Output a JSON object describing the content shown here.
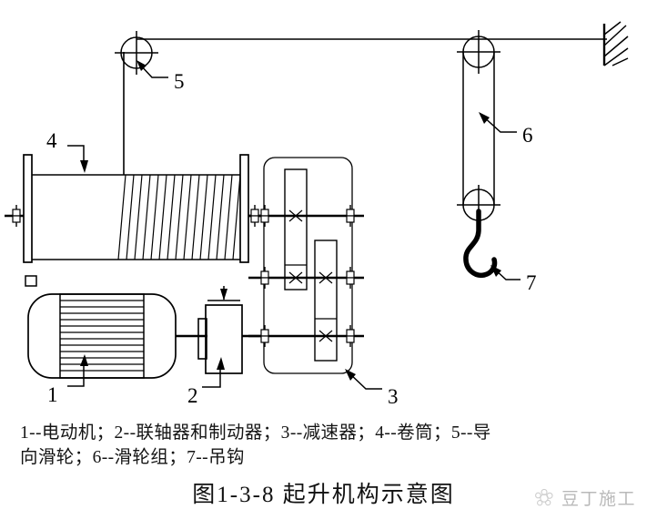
{
  "figure": {
    "title": "图1-3-8 起升机构示意图",
    "caption_lines": [
      "1--电动机；2--联轴器和制动器；3--减速器；4--卷筒；5--导",
      "向滑轮；6--滑轮组；7--吊钩"
    ],
    "caption_full": "1--电动机；2--联轴器和制动器；3--减速器；4--卷筒；5--导向滑轮；6--滑轮组；7--吊钩"
  },
  "callouts": [
    {
      "id": "1",
      "number": "1",
      "part_name": "电动机",
      "part_name_en": "motor"
    },
    {
      "id": "2",
      "number": "2",
      "part_name": "联轴器和制动器",
      "part_name_en": "coupling-and-brake"
    },
    {
      "id": "3",
      "number": "3",
      "part_name": "减速器",
      "part_name_en": "reducer-gearbox"
    },
    {
      "id": "4",
      "number": "4",
      "part_name": "卷筒",
      "part_name_en": "drum"
    },
    {
      "id": "5",
      "number": "5",
      "part_name": "导向滑轮",
      "part_name_en": "guide-pulley"
    },
    {
      "id": "6",
      "number": "6",
      "part_name": "滑轮组",
      "part_name_en": "pulley-block"
    },
    {
      "id": "7",
      "number": "7",
      "part_name": "吊钩",
      "part_name_en": "hook"
    }
  ],
  "watermark": {
    "text": "豆丁施工",
    "icon": "flower-logo-icon"
  },
  "style": {
    "line_color": "#000000",
    "background": "#ffffff",
    "text_color": "#111111",
    "watermark_color": "#5a5a5a"
  }
}
